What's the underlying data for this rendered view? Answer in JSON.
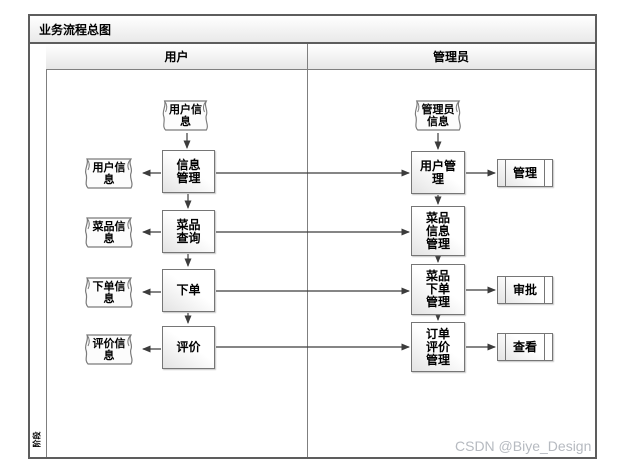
{
  "header": {
    "title": "业务流程总图"
  },
  "phase": {
    "label": "阶段"
  },
  "lanes": {
    "user": {
      "label": "用户"
    },
    "admin": {
      "label": "管理员"
    }
  },
  "user_lane": {
    "doc_top": "用户信\n息",
    "doc_info": "用户信\n息",
    "doc_dish": "菜品信\n息",
    "doc_order": "下单信\n息",
    "doc_review": "评价信\n息",
    "proc_info_mgmt": "信息\n管理",
    "proc_dish_query": "菜品\n查询",
    "proc_place_order": "下单",
    "proc_review": "评价"
  },
  "admin_lane": {
    "doc_admin_info": "管理员\n信息",
    "proc_user_mgmt": "用户管\n理",
    "proc_dish_info_mgmt": "菜品\n信息\n管理",
    "proc_dish_order_mgmt": "菜品\n下单\n管理",
    "proc_order_review_mgmt": "订单\n评价\n管理",
    "sub_manage": "管理",
    "sub_approve": "审批",
    "sub_view": "查看"
  },
  "watermark": {
    "text": "CSDN @Biye_Design"
  },
  "colors": {
    "frame_border": "#5d5d5d",
    "cell_border": "#7f7f7f",
    "shape_border": "#767676",
    "arrow": "#3c3c3c",
    "watermark": "#b6bac0"
  }
}
